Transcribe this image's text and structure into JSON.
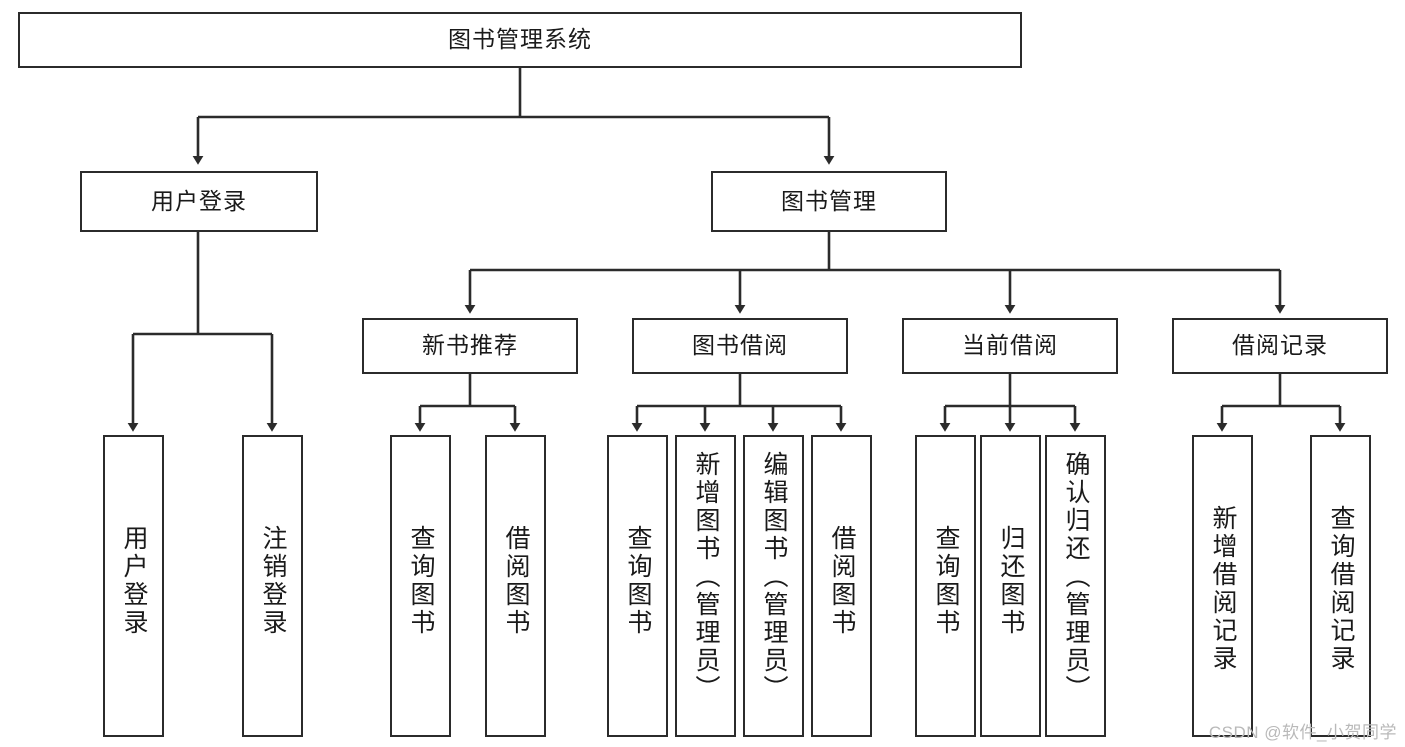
{
  "diagram": {
    "type": "tree-hierarchy-chart",
    "title": "图书管理系统",
    "stroke_color": "#2b2b2b",
    "background_color": "#ffffff",
    "text_color": "#1a1a1a",
    "levels": 4,
    "nodes": {
      "root": {
        "label": "图书管理系统"
      },
      "level2": [
        {
          "label": "用户登录"
        },
        {
          "label": "图书管理"
        }
      ],
      "level3": [
        {
          "label": "新书推荐"
        },
        {
          "label": "图书借阅"
        },
        {
          "label": "当前借阅"
        },
        {
          "label": "借阅记录"
        }
      ],
      "leaves_user_login": [
        {
          "label": "用户登录"
        },
        {
          "label": "注销登录"
        }
      ],
      "leaves_new_book": [
        {
          "label": "查询图书"
        },
        {
          "label": "借阅图书"
        }
      ],
      "leaves_borrow_book": [
        {
          "label": "查询图书"
        },
        {
          "label": "新增图书（管理员）"
        },
        {
          "label": "编辑图书（管理员）"
        },
        {
          "label": "借阅图书"
        }
      ],
      "leaves_current_borrow": [
        {
          "label": "查询图书"
        },
        {
          "label": "归还图书"
        },
        {
          "label": "确认归还（管理员）"
        }
      ],
      "leaves_borrow_record": [
        {
          "label": "新增借阅记录"
        },
        {
          "label": "查询借阅记录"
        }
      ]
    }
  },
  "watermark": {
    "text": "CSDN @软件_小贺同学"
  }
}
